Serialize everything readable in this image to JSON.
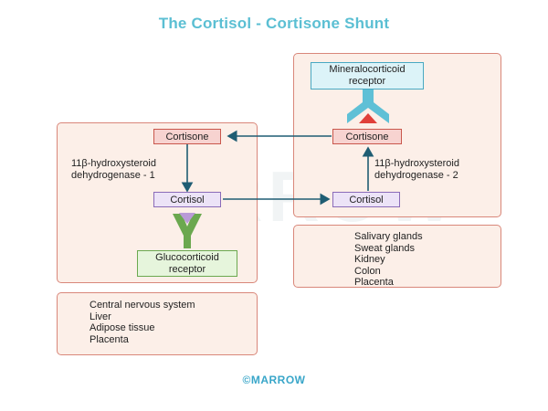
{
  "title": "The Cortisol - Cortisone Shunt",
  "watermark": "MARROW",
  "left_pathway": {
    "cortisone_label": "Cortisone",
    "enzyme_line1": "11β-hydroxysteroid",
    "enzyme_line2": "dehydrogenase - 1",
    "cortisol_label": "Cortisol",
    "receptor_line1": "Glucocorticoid",
    "receptor_line2": "receptor",
    "receptor_color": "#6ba84f",
    "ligand_color": "#b99ad6"
  },
  "right_pathway": {
    "receptor_line1": "Mineralocorticoid",
    "receptor_line2": "receptor",
    "cortisone_label": "Cortisone",
    "enzyme_line1": "11β-hydroxysteroid",
    "enzyme_line2": "dehydrogenase - 2",
    "cortisol_label": "Cortisol",
    "receptor_color": "#5fc0d6",
    "ligand_color": "#e0403a"
  },
  "tissues_type1": [
    "Central nervous system",
    "Liver",
    "Adipose tissue",
    "Placenta"
  ],
  "tissues_type2": [
    "Salivary glands",
    "Sweat glands",
    "Kidney",
    "Colon",
    "Placenta"
  ],
  "footer": "©MARROW",
  "colors": {
    "title": "#5bbfd3",
    "panel_border": "#d9877a",
    "panel_fill": "#fcefe8",
    "arrow": "#1f5d73"
  }
}
